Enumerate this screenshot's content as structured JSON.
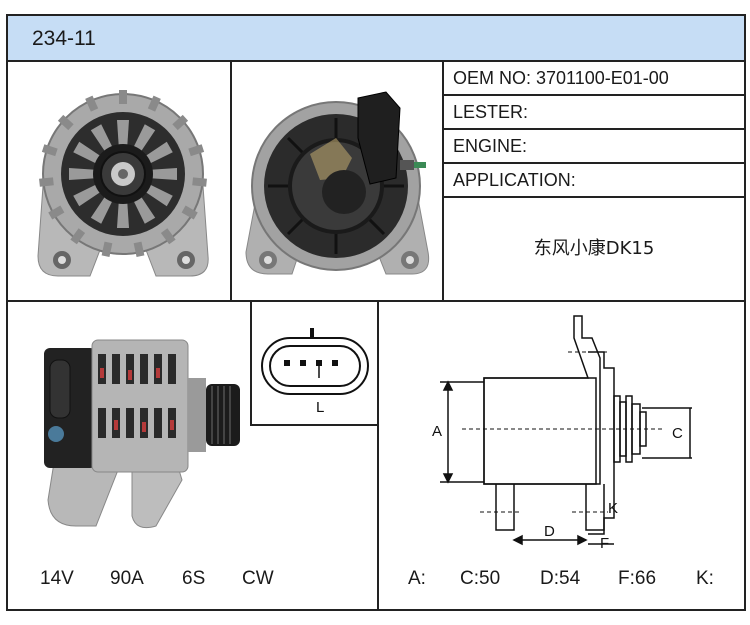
{
  "header": {
    "title": "234-11"
  },
  "info": {
    "oem": "OEM NO: 3701100-E01-00",
    "lester": "LESTER:",
    "engine": "ENGINE:",
    "application": "APPLICATION:",
    "application_value": "东风小康DK15"
  },
  "specs": {
    "voltage": "14V",
    "amperage": "90A",
    "pulley": "6S",
    "rotation": "CW"
  },
  "dimensions": {
    "a": "A:",
    "c": "C:50",
    "d": "D:54",
    "f": "F:66",
    "k": "K:"
  },
  "connector": {
    "pin_top": "I",
    "pin_label": "L"
  },
  "drawing": {
    "label_a": "A",
    "label_c": "C",
    "label_d": "D",
    "label_f": "F",
    "label_k": "K"
  },
  "colors": {
    "header_bg": "#c6ddf5",
    "border": "#222222"
  }
}
